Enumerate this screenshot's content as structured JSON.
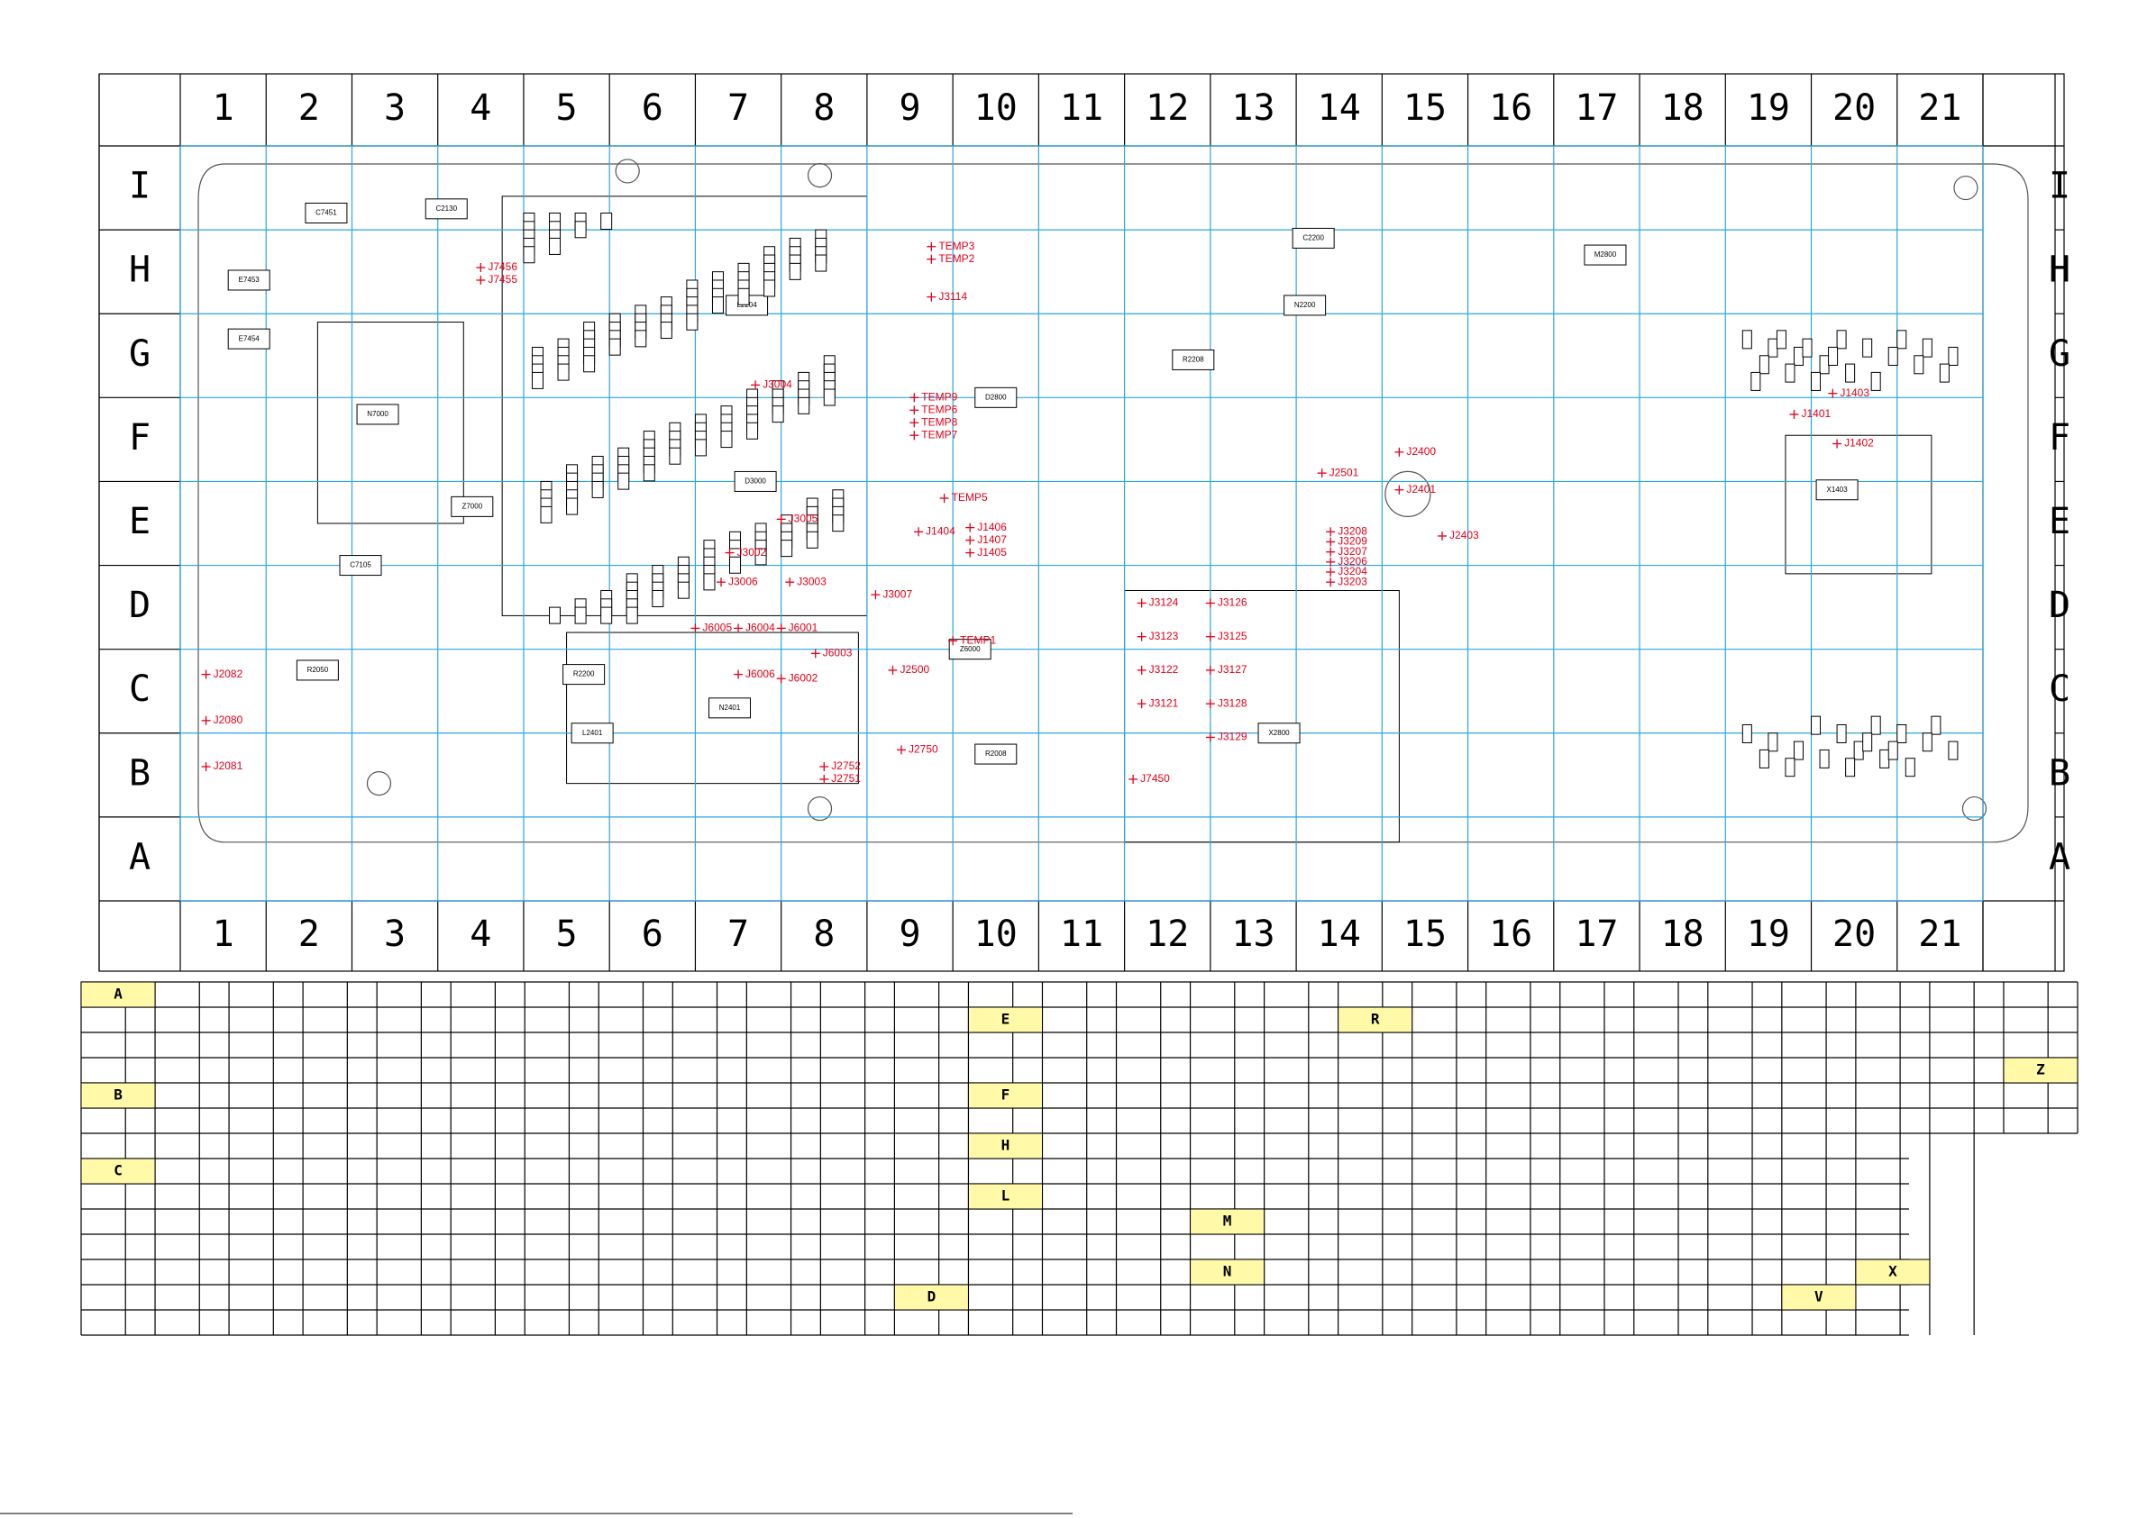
{
  "col_labels": [
    "1",
    "2",
    "3",
    "4",
    "5",
    "6",
    "7",
    "8",
    "9",
    "10",
    "11",
    "12",
    "13",
    "14",
    "15",
    "16",
    "17",
    "18",
    "19",
    "20",
    "21"
  ],
  "row_labels": [
    "I",
    "H",
    "G",
    "F",
    "E",
    "D",
    "C",
    "B",
    "A"
  ],
  "components": [
    {
      "ref": "C7451",
      "col": 1.7,
      "row": 0.8
    },
    {
      "ref": "C2130",
      "col": 3.1,
      "row": 0.75
    },
    {
      "ref": "E7453",
      "col": 0.8,
      "row": 1.6
    },
    {
      "ref": "E7454",
      "col": 0.8,
      "row": 2.3
    },
    {
      "ref": "N7000",
      "col": 2.3,
      "row": 3.2
    },
    {
      "ref": "Z7000",
      "col": 3.4,
      "row": 4.3
    },
    {
      "ref": "C7105",
      "col": 2.1,
      "row": 5.0
    },
    {
      "ref": "C2200",
      "col": 13.2,
      "row": 1.1
    },
    {
      "ref": "N2200",
      "col": 13.1,
      "row": 1.9
    },
    {
      "ref": "R2208",
      "col": 11.8,
      "row": 2.55
    },
    {
      "ref": "M2800",
      "col": 16.6,
      "row": 1.3
    },
    {
      "ref": "D3000",
      "col": 6.7,
      "row": 4.0
    },
    {
      "ref": "D2800",
      "col": 9.5,
      "row": 3.0
    },
    {
      "ref": "Z6000",
      "col": 9.2,
      "row": 6.0
    },
    {
      "ref": "L2204",
      "col": 6.6,
      "row": 1.9
    },
    {
      "ref": "R2050",
      "col": 1.6,
      "row": 6.25
    },
    {
      "ref": "R2200",
      "col": 4.7,
      "row": 6.3
    },
    {
      "ref": "L2401",
      "col": 4.8,
      "row": 7.0
    },
    {
      "ref": "N2401",
      "col": 6.4,
      "row": 6.7
    },
    {
      "ref": "X1403",
      "col": 19.3,
      "row": 4.1
    },
    {
      "ref": "X2800",
      "col": 12.8,
      "row": 7.0
    },
    {
      "ref": "R2008",
      "col": 9.5,
      "row": 7.25
    }
  ],
  "test_points": [
    {
      "label": "J7456",
      "col": 3.5,
      "row": 1.45
    },
    {
      "label": "J7455",
      "col": 3.5,
      "row": 1.6
    },
    {
      "label": "TEMP3",
      "col": 8.75,
      "row": 1.2
    },
    {
      "label": "TEMP2",
      "col": 8.75,
      "row": 1.35
    },
    {
      "label": "J3114",
      "col": 8.75,
      "row": 1.8
    },
    {
      "label": "J3004",
      "col": 6.7,
      "row": 2.85
    },
    {
      "label": "TEMP9",
      "col": 8.55,
      "row": 3.0
    },
    {
      "label": "TEMP6",
      "col": 8.55,
      "row": 3.15
    },
    {
      "label": "TEMP8",
      "col": 8.55,
      "row": 3.3
    },
    {
      "label": "TEMP7",
      "col": 8.55,
      "row": 3.45
    },
    {
      "label": "TEMP5",
      "col": 8.9,
      "row": 4.2
    },
    {
      "label": "J3005",
      "col": 7.0,
      "row": 4.45
    },
    {
      "label": "J1404",
      "col": 8.6,
      "row": 4.6
    },
    {
      "label": "J1406",
      "col": 9.2,
      "row": 4.55
    },
    {
      "label": "J1407",
      "col": 9.2,
      "row": 4.7
    },
    {
      "label": "J1405",
      "col": 9.2,
      "row": 4.85
    },
    {
      "label": "J3002",
      "col": 6.4,
      "row": 4.85
    },
    {
      "label": "J3006",
      "col": 6.3,
      "row": 5.2
    },
    {
      "label": "J3003",
      "col": 7.1,
      "row": 5.2
    },
    {
      "label": "J3007",
      "col": 8.1,
      "row": 5.35
    },
    {
      "label": "J3124",
      "col": 11.2,
      "row": 5.45
    },
    {
      "label": "J3123",
      "col": 11.2,
      "row": 5.85
    },
    {
      "label": "J3122",
      "col": 11.2,
      "row": 6.25
    },
    {
      "label": "J3121",
      "col": 11.2,
      "row": 6.65
    },
    {
      "label": "TEMP1",
      "col": 9.0,
      "row": 5.9
    },
    {
      "label": "J6005",
      "col": 6.0,
      "row": 5.75
    },
    {
      "label": "J6004",
      "col": 6.5,
      "row": 5.75
    },
    {
      "label": "J6001",
      "col": 7.0,
      "row": 5.75
    },
    {
      "label": "J6003",
      "col": 7.4,
      "row": 6.05
    },
    {
      "label": "J6006",
      "col": 6.5,
      "row": 6.3
    },
    {
      "label": "J6002",
      "col": 7.0,
      "row": 6.35
    },
    {
      "label": "J2500",
      "col": 8.3,
      "row": 6.25
    },
    {
      "label": "J2750",
      "col": 8.4,
      "row": 7.2
    },
    {
      "label": "J2752",
      "col": 7.5,
      "row": 7.4
    },
    {
      "label": "J2751",
      "col": 7.5,
      "row": 7.55
    },
    {
      "label": "J2082",
      "col": 0.3,
      "row": 6.3
    },
    {
      "label": "J2080",
      "col": 0.3,
      "row": 6.85
    },
    {
      "label": "J2081",
      "col": 0.3,
      "row": 7.4
    },
    {
      "label": "J3126",
      "col": 12.0,
      "row": 5.45
    },
    {
      "label": "J3125",
      "col": 12.0,
      "row": 5.85
    },
    {
      "label": "J3127",
      "col": 12.0,
      "row": 6.25
    },
    {
      "label": "J3128",
      "col": 12.0,
      "row": 6.65
    },
    {
      "label": "J3129",
      "col": 12.0,
      "row": 7.05
    },
    {
      "label": "J7450",
      "col": 11.1,
      "row": 7.55
    },
    {
      "label": "J2501",
      "col": 13.3,
      "row": 3.9
    },
    {
      "label": "J2400",
      "col": 14.2,
      "row": 3.65
    },
    {
      "label": "J2401",
      "col": 14.2,
      "row": 4.1
    },
    {
      "label": "J2403",
      "col": 14.7,
      "row": 4.65
    },
    {
      "label": "J3208",
      "col": 13.4,
      "row": 4.6
    },
    {
      "label": "J3209",
      "col": 13.4,
      "row": 4.72
    },
    {
      "label": "J3207",
      "col": 13.4,
      "row": 4.84
    },
    {
      "label": "J3206",
      "col": 13.4,
      "row": 4.96
    },
    {
      "label": "J3204",
      "col": 13.4,
      "row": 5.08
    },
    {
      "label": "J3203",
      "col": 13.4,
      "row": 5.2
    },
    {
      "label": "J1403",
      "col": 19.25,
      "row": 2.95
    },
    {
      "label": "J1401",
      "col": 18.8,
      "row": 3.2
    },
    {
      "label": "J1402",
      "col": 19.3,
      "row": 3.55
    }
  ],
  "index_table": {
    "labels": [
      {
        "text": "A",
        "col": 0,
        "row": 0
      },
      {
        "text": "E",
        "col": 12,
        "row": 1
      },
      {
        "text": "R",
        "col": 17,
        "row": 1
      },
      {
        "text": "Z",
        "col": 26,
        "row": 3
      },
      {
        "text": "B",
        "col": 0,
        "row": 4
      },
      {
        "text": "F",
        "col": 12,
        "row": 4
      },
      {
        "text": "H",
        "col": 12,
        "row": 6
      },
      {
        "text": "C",
        "col": 0,
        "row": 7
      },
      {
        "text": "L",
        "col": 12,
        "row": 8
      },
      {
        "text": "M",
        "col": 15,
        "row": 9
      },
      {
        "text": "N",
        "col": 15,
        "row": 11
      },
      {
        "text": "D",
        "col": 11,
        "row": 12
      },
      {
        "text": "V",
        "col": 23,
        "row": 12
      },
      {
        "text": "X",
        "col": 24,
        "row": 11
      }
    ]
  }
}
